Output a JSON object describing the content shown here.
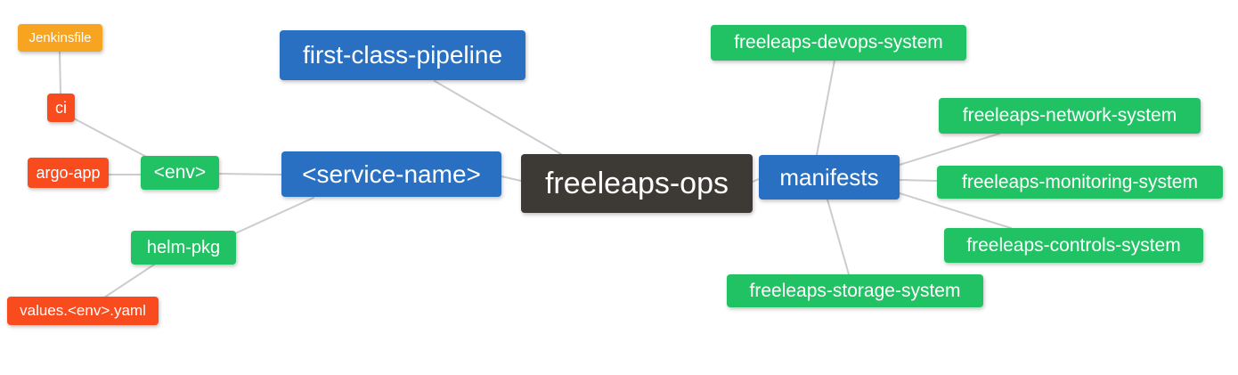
{
  "diagram": {
    "type": "mindmap",
    "root": "freeleaps-ops",
    "palette": {
      "blue": "#2a70c2",
      "green": "#21c264",
      "dark": "#3d3935",
      "orange": "#f7a521",
      "red": "#f84b1e",
      "edge_line": "#cccccc",
      "node_text": "#ffffff",
      "background": "#ffffff"
    },
    "nodes": {
      "jenkinsfile": {
        "label": "Jenkinsfile",
        "color": "orange"
      },
      "ci": {
        "label": "ci",
        "color": "red"
      },
      "argo_app": {
        "label": "argo-app",
        "color": "red"
      },
      "env": {
        "label": "<env>",
        "color": "green"
      },
      "first_class_pipeline": {
        "label": "first-class-pipeline",
        "color": "blue"
      },
      "service_name": {
        "label": "<service-name>",
        "color": "blue"
      },
      "freeleaps_ops": {
        "label": "freeleaps-ops",
        "color": "dark"
      },
      "manifests": {
        "label": "manifests",
        "color": "blue"
      },
      "devops_system": {
        "label": "freeleaps-devops-system",
        "color": "green"
      },
      "network_system": {
        "label": "freeleaps-network-system",
        "color": "green"
      },
      "monitoring_system": {
        "label": "freeleaps-monitoring-system",
        "color": "green"
      },
      "controls_system": {
        "label": "freeleaps-controls-system",
        "color": "green"
      },
      "storage_system": {
        "label": "freeleaps-storage-system",
        "color": "green"
      },
      "helm_pkg": {
        "label": "helm-pkg",
        "color": "green"
      },
      "values_yaml": {
        "label": "values.<env>.yaml",
        "color": "red"
      }
    },
    "edges": [
      [
        "jenkinsfile",
        "ci"
      ],
      [
        "ci",
        "env"
      ],
      [
        "argo_app",
        "env"
      ],
      [
        "env",
        "service_name"
      ],
      [
        "service_name",
        "helm_pkg"
      ],
      [
        "helm_pkg",
        "values_yaml"
      ],
      [
        "first_class_pipeline",
        "freeleaps_ops"
      ],
      [
        "service_name",
        "freeleaps_ops"
      ],
      [
        "freeleaps_ops",
        "manifests"
      ],
      [
        "manifests",
        "devops_system"
      ],
      [
        "manifests",
        "network_system"
      ],
      [
        "manifests",
        "monitoring_system"
      ],
      [
        "manifests",
        "controls_system"
      ],
      [
        "manifests",
        "storage_system"
      ]
    ]
  }
}
